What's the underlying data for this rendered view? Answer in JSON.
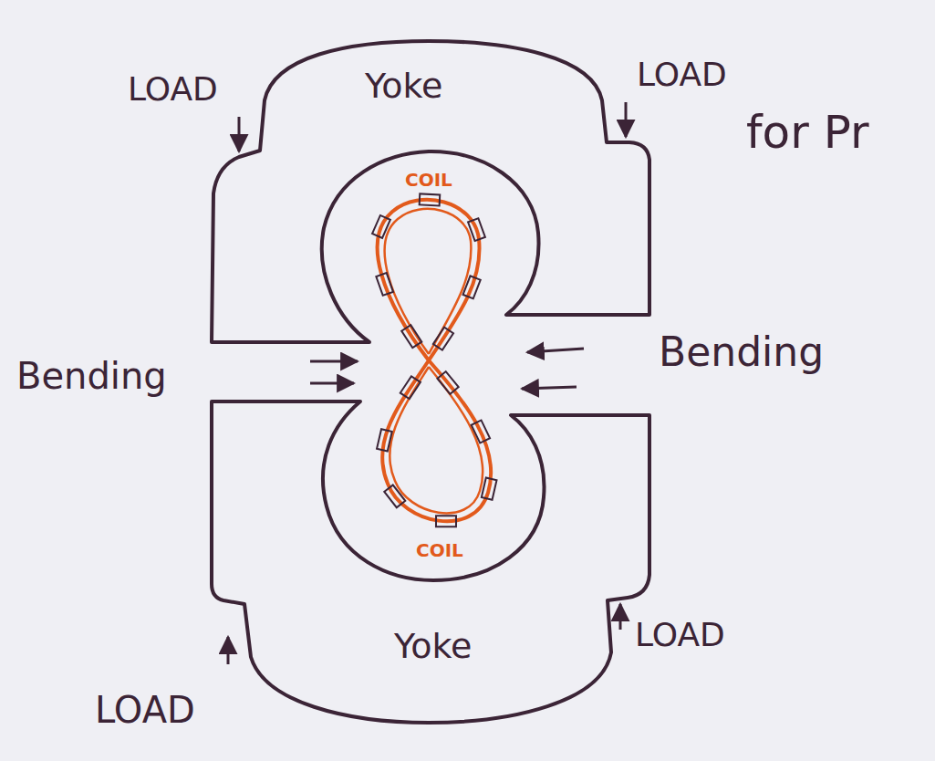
{
  "diagram": {
    "labels": [
      "LOAD",
      "Yoke",
      "LOAD",
      "for Pr",
      "COIL",
      "Bending",
      "Bending",
      "COIL",
      "Yoke",
      "LOAD",
      "LOAD"
    ]
  }
}
